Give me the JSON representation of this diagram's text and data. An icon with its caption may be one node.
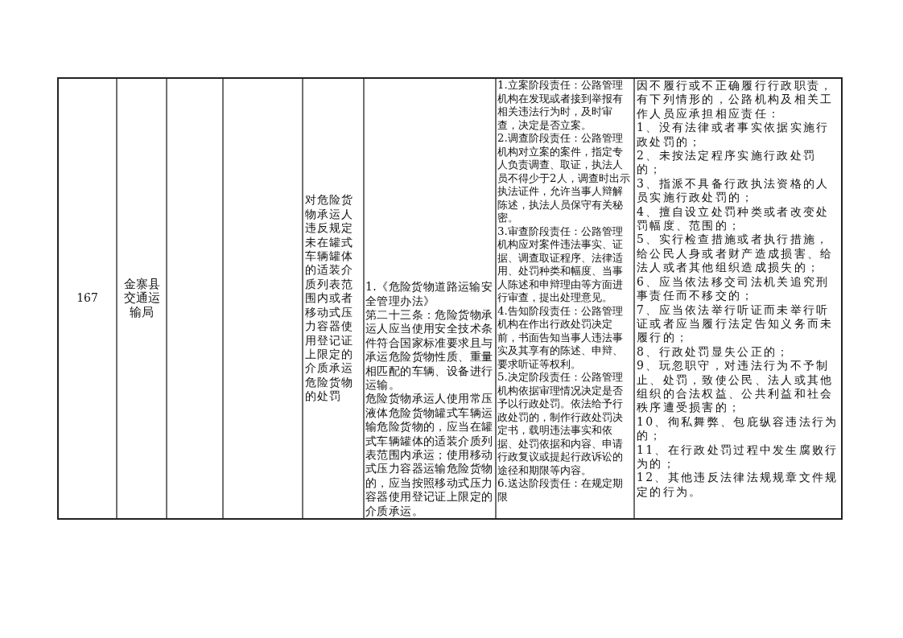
{
  "diagram": {
    "labels": [
      "167",
      "金寨县交通运输局",
      "对危险货物承运人违反规定未在罐式车辆罐体的适装介质列表范围内或者移动式压力容器使用登记证上限定的介质承运危险货物的处罚",
      "1.《危险货物道路运输安全管理办法》",
      "第二十三条：危险货物承运人应当使用安全技术条件符合国家标准要求且与承运危险货物性质、重量相匹配的车辆、设备进行运输。",
      "危险货物承运人使用常压液体危险货物罐式车辆运输危险货物的，应当在罐式车辆罐体的适装介质列表范围内承运；使用移动式压力容器运输危险货物的，应当按照移动式压力容器使用登记证上限定的介质承运。",
      "1.立案阶段责任：公路管理机构在发现或者接到举报有相关违法行为时，及时审查，决定是否立案。",
      "2.调查阶段责任：公路管理机构对立案的案件，指定专人负责调查、取证，执法人员不得少于2人，调查时出示执法证件，允许当事人辩解陈述，执法人员保守有关秘密。",
      "3.审查阶段责任：公路管理机构应对案件违法事实、证据、调查取证程序、法律适用、处罚种类和幅度、当事人陈述和申辩理由等方面进行审查，提出处理意见。",
      "4.告知阶段责任：公路管理机构在作出行政处罚决定前，书面告知当事人违法事实及其享有的陈述、申辩、要求听证等权利。",
      "5.决定阶段责任：公路管理机构依据审理情况决定是否予以行政处罚。依法给予行政处罚的，制作行政处罚决定书，载明违法事实和依据、处罚依据和内容、申请行政复议或提起行政诉讼的途径和期限等内容。",
      "6.送达阶段责任：在规定期限",
      "因不履行或不正确履行行政职责，有下列情形的，公路机构及相关工作人员应承担相应责任：",
      "1、没有法律或者事实依据实施行政处罚的；",
      "2、未按法定程序实施行政处罚的；",
      "3、指派不具备行政执法资格的人员实施行政处罚的；",
      "4、擅自设立处罚种类或者改变处罚幅度、范围的；",
      "5、实行检查措施或者执行措施，给公民人身或者财产造成损害、给法人或者其他组织造成损失的；",
      "6、应当依法移交司法机关追究刑事责任而不移交的；",
      "7、应当依法举行听证而未举行听证或者应当履行法定告知义务而未履行的；",
      "8、行政处罚显失公正的；",
      "9、玩忽职守，对违法行为不予制止、处罚，致使公民、法人或其他组织的合法权益、公共利益和社会秩序遭受损害的；",
      "10、徇私舞弊、包庇纵容违法行为的；",
      "11、在行政处罚过程中发生腐败行为的；",
      "12、其他违反法律法规规章文件规定的行为。"
    ]
  }
}
